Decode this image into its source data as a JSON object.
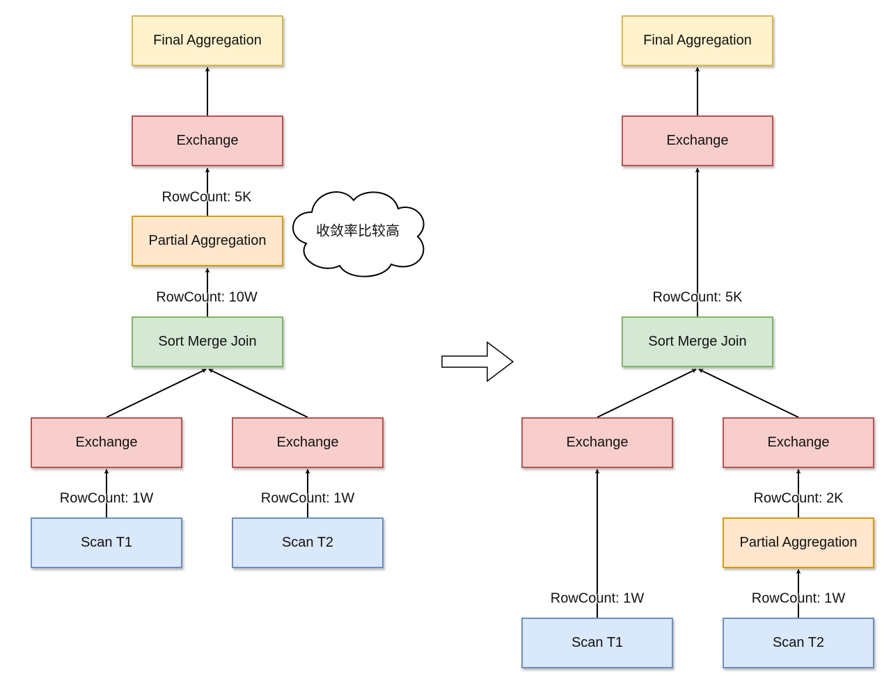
{
  "colors": {
    "final_fill": "#fff2cc",
    "final_stroke": "#d6b656",
    "exchange_fill": "#f8cecc",
    "exchange_stroke": "#b85450",
    "partial_fill": "#ffe6cc",
    "partial_stroke": "#d79b00",
    "join_fill": "#d5e8d4",
    "join_stroke": "#82b366",
    "scan_fill": "#dae8fc",
    "scan_stroke": "#6c8ebf"
  },
  "left_plan": {
    "final_aggregation": "Final Aggregation",
    "exchange_top": "Exchange",
    "partial_aggregation": "Partial Aggregation",
    "sort_merge_join": "Sort Merge Join",
    "exchange_left": "Exchange",
    "exchange_right": "Exchange",
    "scan_t1": "Scan T1",
    "scan_t2": "Scan T2",
    "rowcount_partial_out": "RowCount: 5K",
    "rowcount_join_out": "RowCount: 10W",
    "rowcount_scan_t1": "RowCount: 1W",
    "rowcount_scan_t2": "RowCount: 1W",
    "cloud_note": "收敛率比较高"
  },
  "right_plan": {
    "final_aggregation": "Final Aggregation",
    "exchange_top": "Exchange",
    "sort_merge_join": "Sort Merge Join",
    "exchange_left": "Exchange",
    "exchange_right": "Exchange",
    "partial_aggregation": "Partial Aggregation",
    "scan_t1": "Scan T1",
    "scan_t2": "Scan T2",
    "rowcount_join_out": "RowCount: 5K",
    "rowcount_partial_out": "RowCount: 2K",
    "rowcount_scan_t1": "RowCount: 1W",
    "rowcount_scan_t2": "RowCount: 1W"
  },
  "transform_arrow": "right-arrow"
}
